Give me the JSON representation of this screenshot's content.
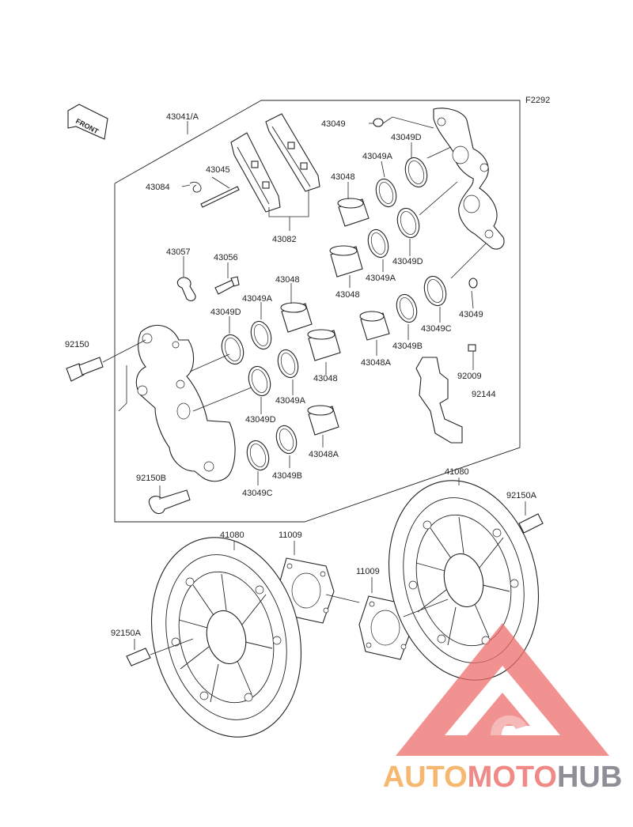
{
  "figure_code": "F2292",
  "front_arrow_text": "FRONT",
  "part_labels": {
    "p43041A": "43041/A",
    "p43049_top": "43049",
    "p43049D_top": "43049D",
    "p43049A_top": "43049A",
    "p43048_top": "43048",
    "p43045": "43045",
    "p43084": "43084",
    "p43082": "43082",
    "p43049D_mid": "43049D",
    "p43049A_mid": "43049A",
    "p43048_mid": "43048",
    "p43057": "43057",
    "p43056": "43056",
    "p43048_left": "43048",
    "p43049A_left": "43049A",
    "p43049D_left": "43049D",
    "p43049_right": "43049",
    "p43049C_right": "43049C",
    "p43049B_right": "43049B",
    "p43048A_right": "43048A",
    "p92150": "92150",
    "p43048_low": "43048",
    "p43049A_low": "43049A",
    "p43049D_low": "43049D",
    "p92009": "92009",
    "p92144": "92144",
    "p43048A_low": "43048A",
    "p43049B_low": "43049B",
    "p43049C_low": "43049C",
    "p92150B": "92150B",
    "p41080_right": "41080",
    "p92150A_right": "92150A",
    "p41080_left": "41080",
    "p11009_left": "11009",
    "p11009_right": "11009",
    "p92150A_left": "92150A"
  },
  "watermark": {
    "part1": "AUTO",
    "part2": "MOTO",
    "part3": "HUB",
    "color1": "#f6b870",
    "color2": "#f08a86",
    "color3": "#8e8e96",
    "icon": "triangle-logo-icon"
  }
}
